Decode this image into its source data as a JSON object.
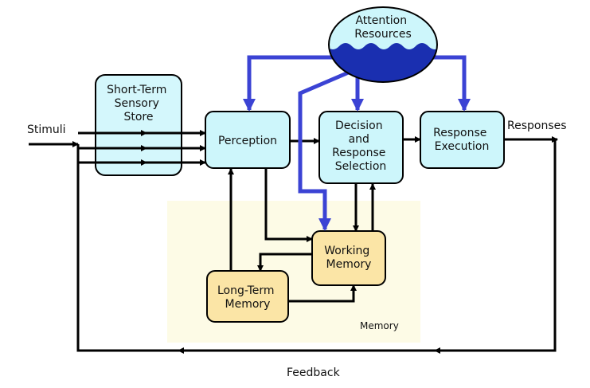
{
  "diagram": {
    "attention": {
      "lines": [
        "Attention",
        "Resources"
      ]
    },
    "sensory_store": {
      "lines": [
        "Short-Term",
        "Sensory",
        "Store"
      ]
    },
    "perception": {
      "lines": [
        "Perception"
      ]
    },
    "decision": {
      "lines": [
        "Decision",
        "and",
        "Response",
        "Selection"
      ]
    },
    "execution": {
      "lines": [
        "Response",
        "Execution"
      ]
    },
    "working_memory": {
      "lines": [
        "Working",
        "Memory"
      ]
    },
    "long_term_memory": {
      "lines": [
        "Long-Term",
        "Memory"
      ]
    },
    "memory_region_label": "Memory",
    "stimuli_label": "Stimuli",
    "responses_label": "Responses",
    "feedback_label": "Feedback"
  },
  "colors": {
    "cyan_box": "#cdf6fb",
    "yellow_box": "#fbe5a6",
    "memory_region": "#fdfbe6",
    "attention_water": "#1a2fb0",
    "attention_top": "#cdf6fb",
    "blue_arrow": "#3b43d4",
    "black_arrow": "#000000"
  }
}
